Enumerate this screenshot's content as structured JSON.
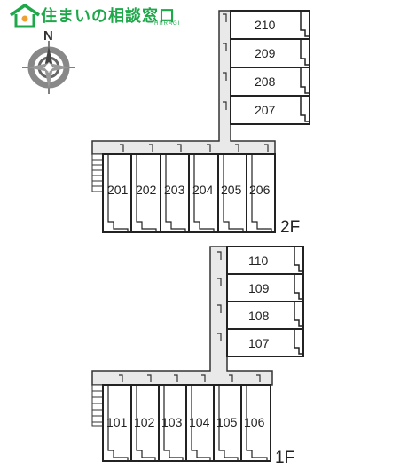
{
  "logo": {
    "text": "住まいの相談窓口",
    "sub": "HIIRAGI"
  },
  "compass": {
    "north": "N"
  },
  "floors": [
    {
      "label": "2F",
      "side_units": [
        "210",
        "209",
        "208",
        "207"
      ],
      "main_units": [
        "201",
        "202",
        "203",
        "204",
        "205",
        "206"
      ]
    },
    {
      "label": "1F",
      "side_units": [
        "110",
        "109",
        "108",
        "107"
      ],
      "main_units": [
        "101",
        "102",
        "103",
        "104",
        "105",
        "106"
      ]
    }
  ]
}
